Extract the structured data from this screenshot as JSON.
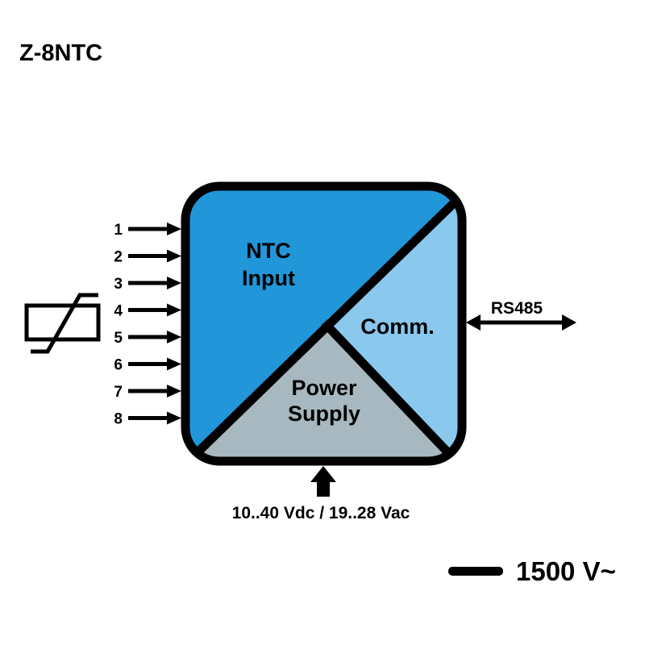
{
  "title": "Z-8NTC",
  "blocks": {
    "input_line1": "NTC",
    "input_line2": "Input",
    "comm": "Comm.",
    "power_line1": "Power",
    "power_line2": "Supply"
  },
  "inputs": [
    "1",
    "2",
    "3",
    "4",
    "5",
    "6",
    "7",
    "8"
  ],
  "rs485": "RS485",
  "power_supply": "10..40 Vdc / 19..28 Vac",
  "isolation": "1500 V~",
  "icons": {
    "sensor": "ntc-thermistor-icon",
    "input_arrows": "arrow-right-icon",
    "comm_arrow": "double-arrow-icon",
    "power_arrow": "arrow-up-icon"
  },
  "colors": {
    "input_block": "#2196d8",
    "comm_block": "#8ac8ee",
    "power_block": "#a8b8c0",
    "outline": "#000000"
  }
}
